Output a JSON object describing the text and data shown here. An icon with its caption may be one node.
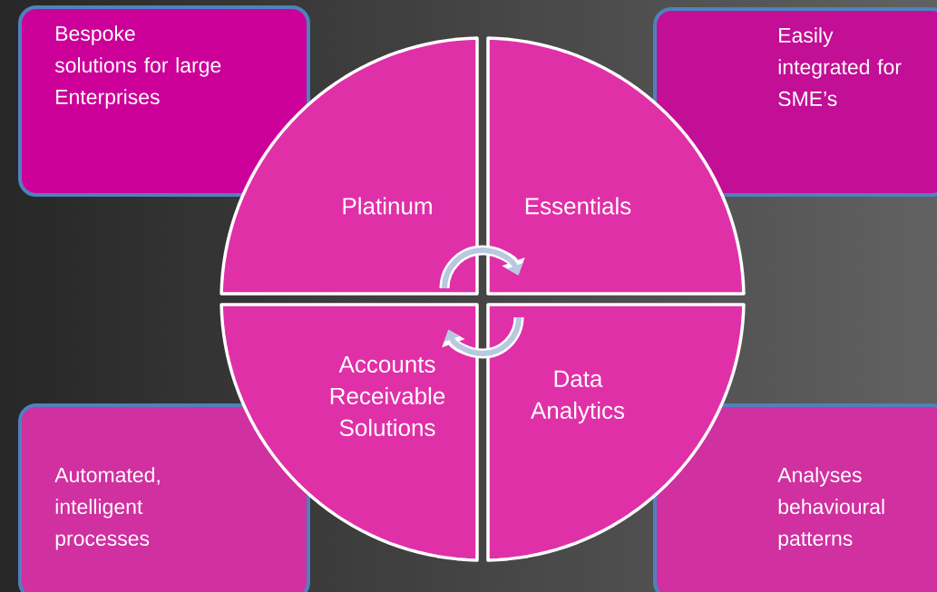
{
  "diagram": {
    "nodes": [
      {
        "text": [
          "Bespoke solutions for large Enterprises"
        ]
      },
      {
        "text": [
          "Easily integrated for SME’s"
        ]
      },
      {
        "text": [
          "Platinum"
        ]
      },
      {
        "text": [
          "Essentials"
        ]
      },
      {
        "text": [
          "Accounts Receivable Solutions"
        ]
      },
      {
        "text": [
          "Data Analytics"
        ]
      },
      {
        "text": [
          "Automated, intelligent processes"
        ]
      },
      {
        "text": [
          "Analyses behavioural patterns"
        ]
      }
    ],
    "edges": [
      {
        "from": 2,
        "to": 3,
        "arrow": "to"
      },
      {
        "from": 5,
        "to": 4,
        "arrow": "to"
      }
    ]
  }
}
